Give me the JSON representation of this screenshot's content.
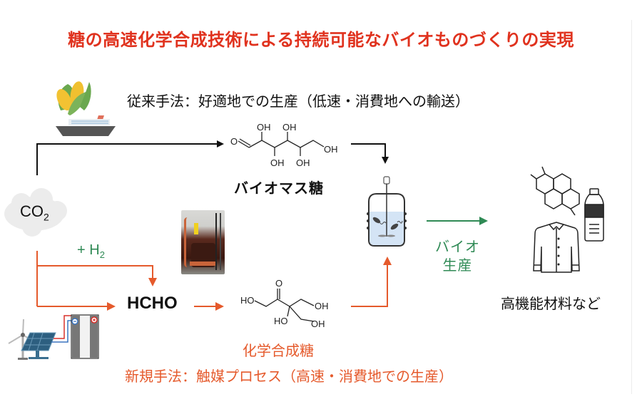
{
  "title": "糖の高速化学合成技術による持続可能なバイオものづくりの実現",
  "conventional": {
    "label": "従来手法：好適地での生産（低速・消費地への輸送）",
    "product_label": "バイオマス糖",
    "molecule": {
      "name": "glucose (open-chain)",
      "atoms": [
        "O",
        "OH",
        "OH",
        "OH",
        "OH",
        "OH"
      ]
    },
    "icons": [
      "corn-icon",
      "cargo-ship-icon"
    ]
  },
  "new_method": {
    "label": "新規手法：触媒プロセス（高速・消費地での生産）",
    "product_label": "化学合成糖",
    "intermediate": "HCHO",
    "reagent": "+ H",
    "reagent_sub": "2",
    "molecule": {
      "name": "branched ketose",
      "atoms": [
        "O",
        "HO",
        "OH",
        "HO",
        "OH"
      ]
    },
    "icons": [
      "reactor-photo",
      "renewable-energy-icon",
      "electrolyzer-icon"
    ]
  },
  "source": {
    "label": "CO",
    "sub": "2"
  },
  "bio_production": {
    "line1": "バイオ",
    "line2": "生産"
  },
  "output": {
    "label": "高機能材料など",
    "icons": [
      "polymer-structure-icon",
      "shirt-icon",
      "bottle-icon"
    ]
  },
  "colors": {
    "title": "#e0321e",
    "new_method": "#e55a2c",
    "bio": "#2f8a55",
    "conventional": "#111111"
  }
}
